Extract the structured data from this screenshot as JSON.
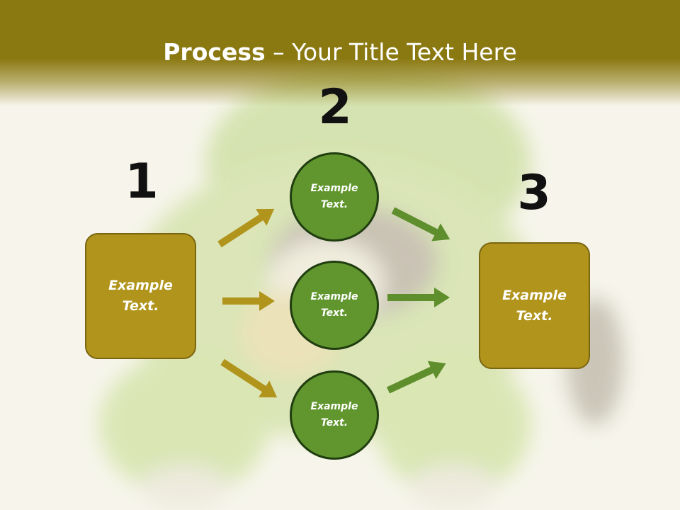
{
  "slide": {
    "title_bold": "Process",
    "title_rest": " – Your Title Text Here"
  },
  "steps": [
    "1",
    "2",
    "3"
  ],
  "left_box": {
    "line1": "Example",
    "line2": "Text."
  },
  "right_box": {
    "line1": "Example",
    "line2": "Text."
  },
  "circles": [
    {
      "line1": "Example",
      "line2": "Text."
    },
    {
      "line1": "Example",
      "line2": "Text."
    },
    {
      "line1": "Example",
      "line2": "Text."
    }
  ],
  "colors": {
    "header": "#8a7810",
    "box_fill": "#b1941b",
    "circle_fill": "#61962e",
    "left_arrow": "#b1941b",
    "right_arrow": "#5e8f2c"
  }
}
